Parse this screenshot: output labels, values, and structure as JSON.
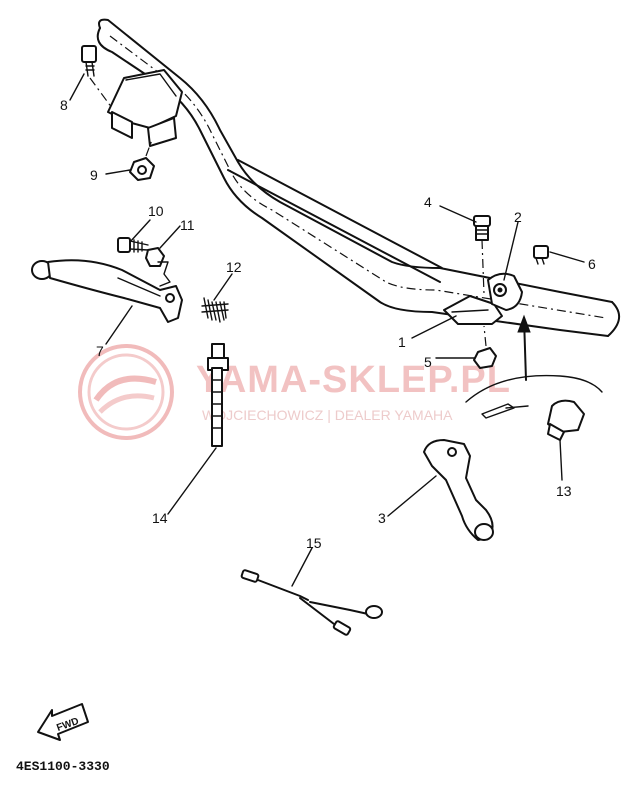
{
  "diagram": {
    "callouts": [
      "1",
      "2",
      "3",
      "4",
      "5",
      "6",
      "7",
      "8",
      "9",
      "10",
      "11",
      "12",
      "13",
      "14",
      "15"
    ],
    "diagram_code": "4ES1100-3330",
    "fwd_label": "FWD"
  },
  "watermark": {
    "title": "YAMA-SKLEP.PL",
    "subtitle": "WOJCIECHOWICZ | DEALER YAMAHA",
    "color": "#e8a0a0"
  }
}
